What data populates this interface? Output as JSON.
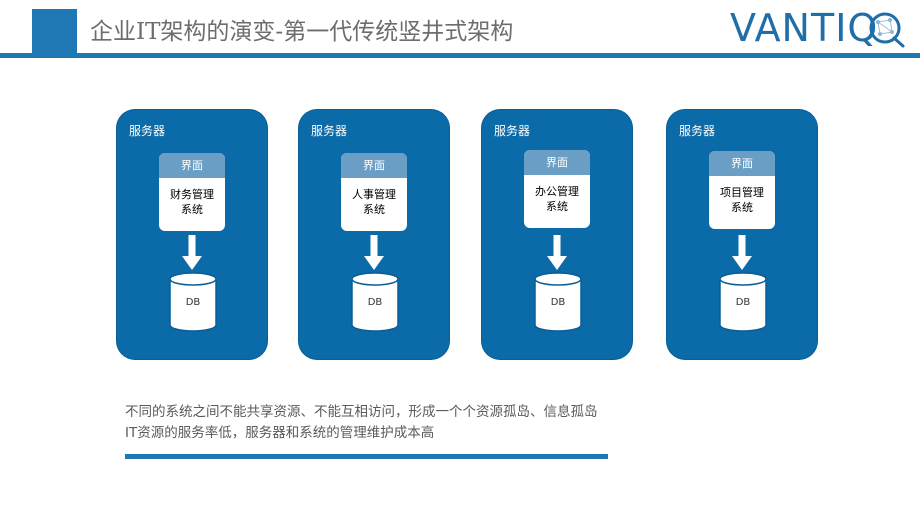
{
  "title": "企业IT架构的演变-第一代传统竖井式架构",
  "logo": {
    "text": "VANTIQ"
  },
  "servers": [
    {
      "label": "服务器",
      "header": "界面",
      "app_name": "财务管理\n系统",
      "db_label": "DB"
    },
    {
      "label": "服务器",
      "header": "界面",
      "app_name": "人事管理\n系统",
      "db_label": "DB"
    },
    {
      "label": "服务器",
      "header": "界面",
      "app_name": "办公管理\n系统",
      "db_label": "DB"
    },
    {
      "label": "服务器",
      "header": "界面",
      "app_name": "项目管理\n系统",
      "db_label": "DB"
    }
  ],
  "description": [
    "不同的系统之间不能共享资源、不能互相访问，形成一个个资源孤岛、信息孤岛",
    "IT资源的服务率低，服务器和系统的管理维护成本高"
  ],
  "colors": {
    "accent": "#1f78b4",
    "server_bg": "#0b6aa8",
    "app_header": "#6b9ec4",
    "title_text": "#6d6d6d"
  }
}
